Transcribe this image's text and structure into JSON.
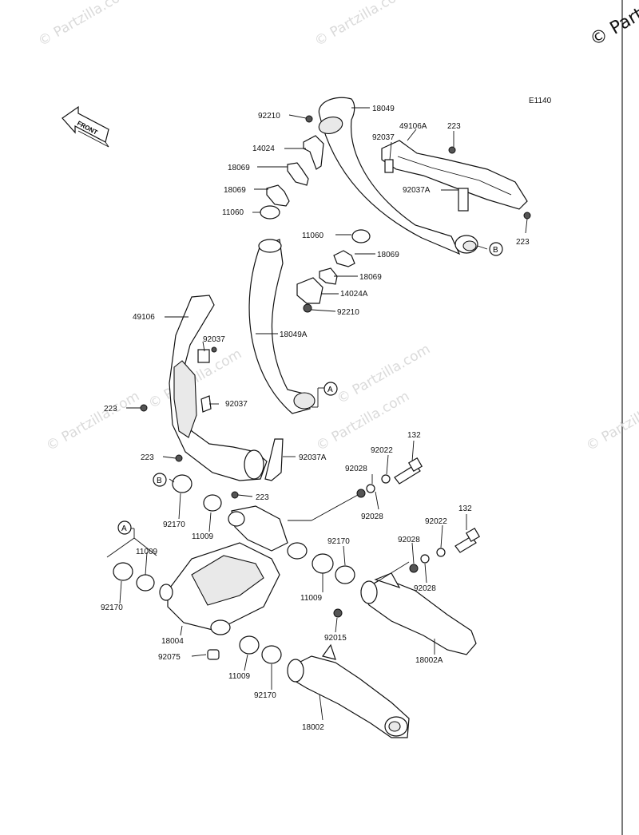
{
  "diagram_code": "E1140",
  "watermark_text": "© Partzilla.com",
  "corner_watermark": "© Part",
  "front_arrow_label": "FRONT",
  "markers": {
    "a": "A",
    "b": "B"
  },
  "labels": {
    "p18049": "18049",
    "p92210_top": "92210",
    "p14024": "14024",
    "p18069_top1": "18069",
    "p18069_top2": "18069",
    "p11060_left": "11060",
    "p49106A": "49106A",
    "p223_top": "223",
    "p92037_top": "92037",
    "p92037A_top": "92037A",
    "p223_right": "223",
    "p11060_mid": "11060",
    "p18069_mid1": "18069",
    "p18069_mid2": "18069",
    "p14024A": "14024A",
    "p92210_mid": "92210",
    "p49106": "49106",
    "p18049A": "18049A",
    "p92037_a": "92037",
    "p92037_b": "92037",
    "p223_left": "223",
    "p223_low": "223",
    "p92037A_low": "92037A",
    "p223_center": "223",
    "p132_top": "132",
    "p92022_top": "92022",
    "p92028_a": "92028",
    "p92028_b": "92028",
    "p92170_left": "92170",
    "p11009_left": "11009",
    "p132_right": "132",
    "p92022_right": "92022",
    "p92028_c": "92028",
    "p92028_d": "92028",
    "p11009_a": "11009",
    "p92170_a": "92170",
    "p92170_mid": "92170",
    "p11009_mid": "11009",
    "p18004": "18004",
    "p92075": "92075",
    "p92015": "92015",
    "p18002A": "18002A",
    "p11009_low": "11009",
    "p92170_low": "92170",
    "p18002": "18002"
  }
}
